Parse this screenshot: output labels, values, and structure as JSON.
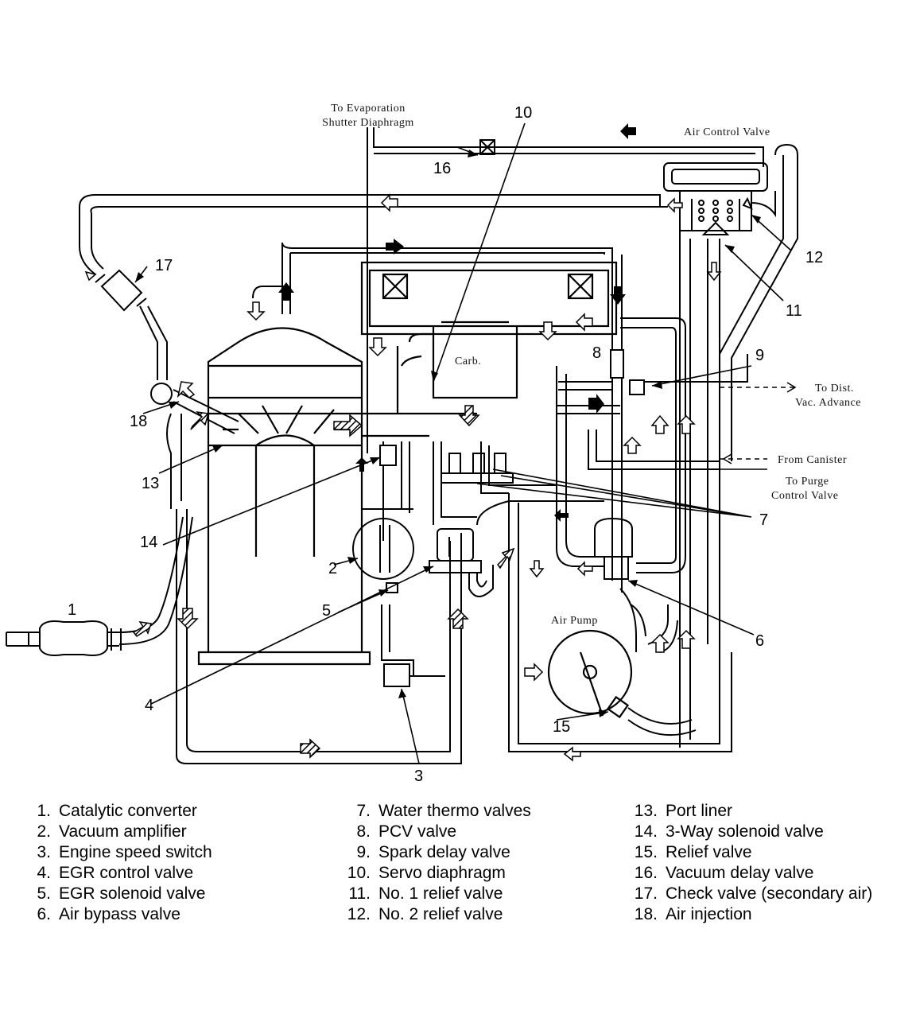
{
  "diagram": {
    "texts": {
      "evap": [
        "To Evaporation",
        "Shutter Diaphragm"
      ],
      "air_control_valve": "Air Control Valve",
      "dist": [
        "To Dist.",
        "Vac. Advance"
      ],
      "canister": "From Canister",
      "purge": [
        "To Purge",
        "Control Valve"
      ],
      "air_pump": "Air Pump",
      "carb": "Carb."
    },
    "callout_numbers": [
      "1",
      "2",
      "3",
      "4",
      "5",
      "6",
      "7",
      "8",
      "9",
      "10",
      "11",
      "12",
      "13",
      "14",
      "15",
      "16",
      "17",
      "18"
    ]
  },
  "legend": [
    {
      "num": "1.",
      "label": "Catalytic converter"
    },
    {
      "num": "2.",
      "label": "Vacuum amplifier"
    },
    {
      "num": "3.",
      "label": "Engine speed switch"
    },
    {
      "num": "4.",
      "label": "EGR control valve"
    },
    {
      "num": "5.",
      "label": "EGR solenoid valve"
    },
    {
      "num": "6.",
      "label": "Air bypass valve"
    },
    {
      "num": "7.",
      "label": "Water thermo valves"
    },
    {
      "num": "8.",
      "label": "PCV valve"
    },
    {
      "num": "9.",
      "label": "Spark delay valve"
    },
    {
      "num": "10.",
      "label": "Servo diaphragm"
    },
    {
      "num": "11.",
      "label": "No. 1 relief valve"
    },
    {
      "num": "12.",
      "label": "No. 2 relief valve"
    },
    {
      "num": "13.",
      "label": "Port liner"
    },
    {
      "num": "14.",
      "label": "3-Way solenoid valve"
    },
    {
      "num": "15.",
      "label": "Relief valve"
    },
    {
      "num": "16.",
      "label": "Vacuum delay valve"
    },
    {
      "num": "17.",
      "label": "Check valve (secondary air)"
    },
    {
      "num": "18.",
      "label": "Air injection"
    }
  ]
}
